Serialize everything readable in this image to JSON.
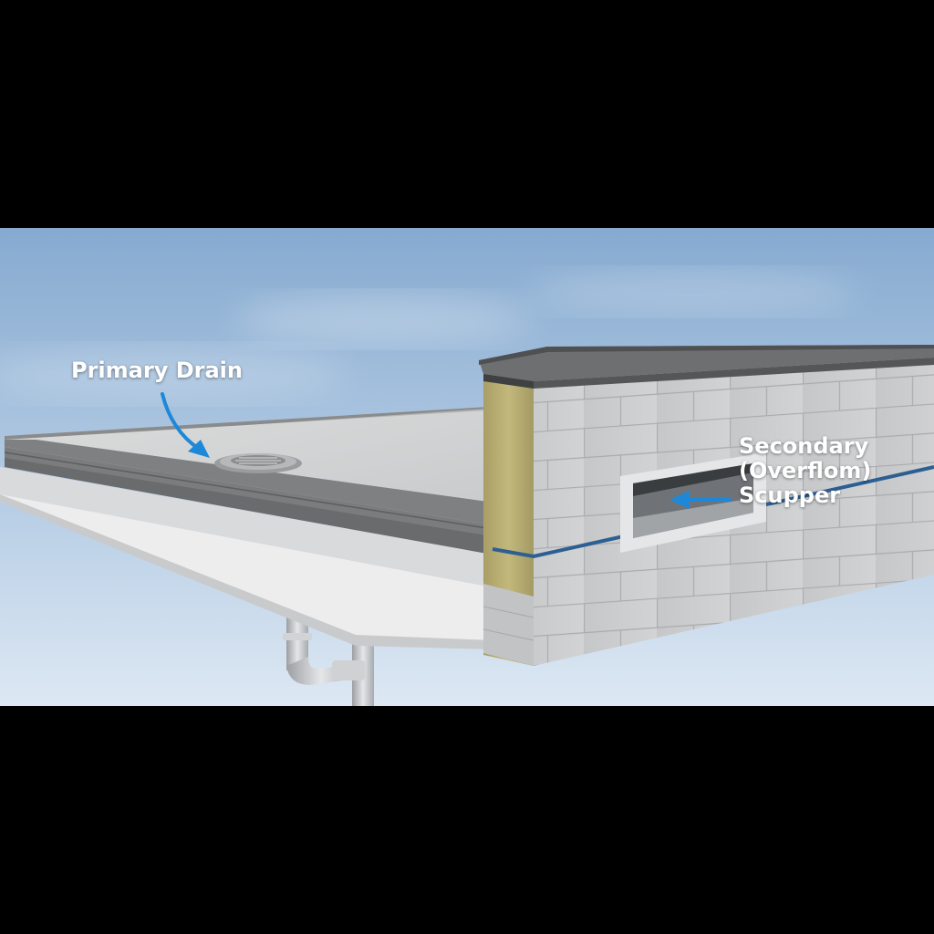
{
  "labels": {
    "primary_drain": "Primary Drain",
    "secondary_line1": "Secondary",
    "secondary_line2": "(Overflom)",
    "secondary_line3": "Scupper"
  },
  "colors": {
    "letterbox": "#000000",
    "sky_top": "#86aad0",
    "sky_bottom": "#d6e4f1",
    "arrow": "#1e88d8",
    "label_text": "#ffffff"
  }
}
